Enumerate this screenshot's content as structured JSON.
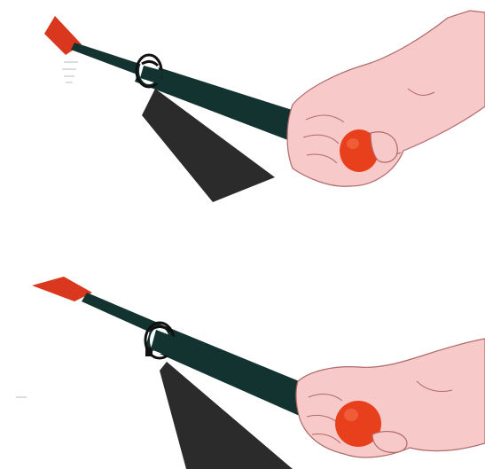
{
  "colors": {
    "background": "#ffffff",
    "rod": "#123330",
    "rod_highlight": "#2b4d48",
    "flag": "#d9381e",
    "knob": "#e8401c",
    "knob_dark": "#b72a10",
    "skin": "#f7c9c9",
    "skin_line": "#b06a6a",
    "stand": "#2b2b2b",
    "ring": "#ffffff",
    "ring_outline": "#111111"
  },
  "panels": [
    {
      "id": "top",
      "description_icon": "flag-rod-with-hand-twist"
    },
    {
      "id": "bottom",
      "description_icon": "flag-rod-with-hand-grip"
    }
  ]
}
